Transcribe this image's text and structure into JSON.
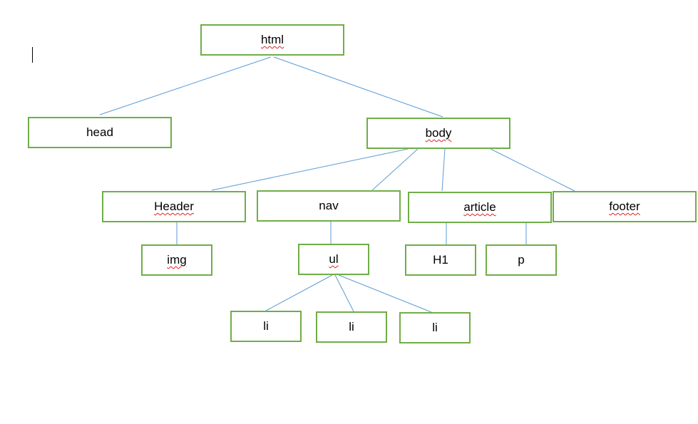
{
  "diagram": {
    "line_color": "#5b9bd5",
    "box_border_color": "#70ad47",
    "spell_underline_color": "#e02020",
    "nodes": {
      "html": "html",
      "head": "head",
      "body": "body",
      "header": "Header",
      "nav": "nav",
      "article": "article",
      "footer": "footer",
      "img": "img",
      "ul": "ul",
      "h1": "H1",
      "p": "p",
      "li1": "li",
      "li2": "li",
      "li3": "li"
    },
    "edges": [
      [
        "html",
        "head"
      ],
      [
        "html",
        "body"
      ],
      [
        "body",
        "header"
      ],
      [
        "body",
        "nav"
      ],
      [
        "body",
        "article"
      ],
      [
        "body",
        "footer"
      ],
      [
        "header",
        "img"
      ],
      [
        "nav",
        "ul"
      ],
      [
        "article",
        "h1"
      ],
      [
        "article",
        "p"
      ],
      [
        "ul",
        "li1"
      ],
      [
        "ul",
        "li2"
      ],
      [
        "ul",
        "li3"
      ]
    ]
  }
}
